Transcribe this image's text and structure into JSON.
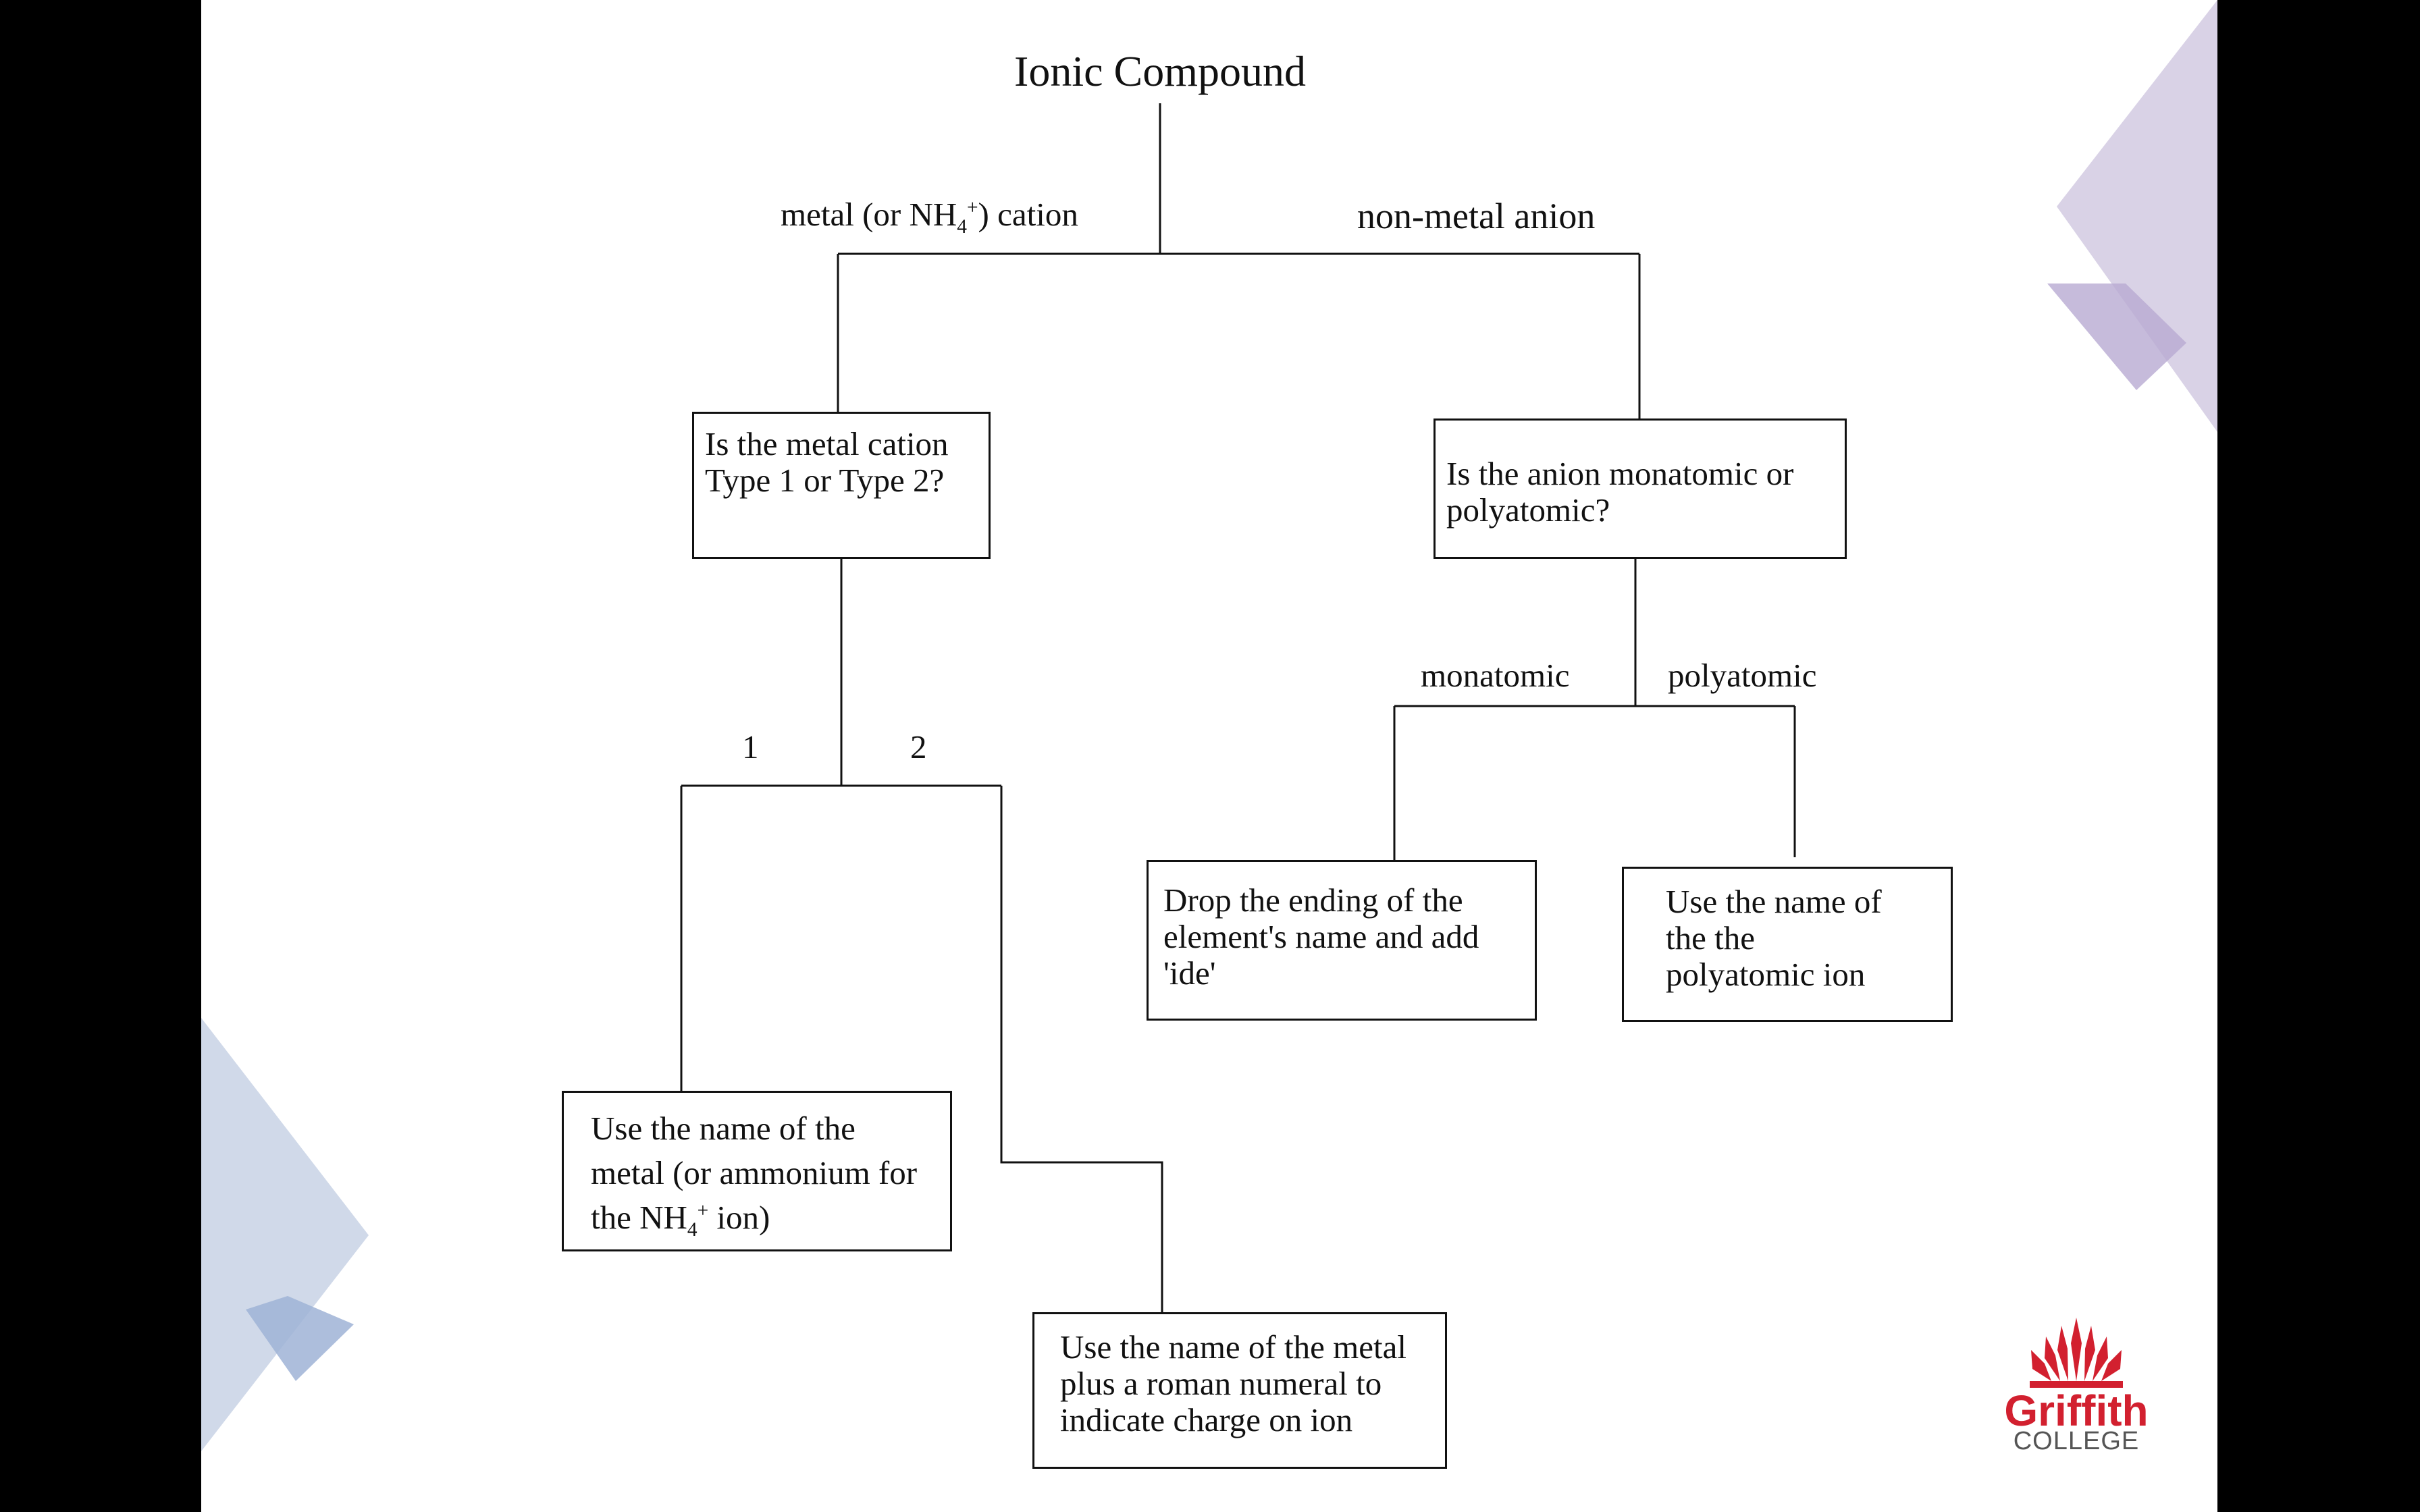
{
  "diagram": {
    "title": "Ionic Compound",
    "branch_cation": {
      "prefix": "metal (or NH",
      "sub": "4",
      "sup": "+",
      "suffix": ") cation"
    },
    "branch_anion": "non-metal anion",
    "q_cation": "Is the metal cation Type 1  or Type 2?",
    "q_anion": "Is the anion monatomic or polyatomic?",
    "type1_label": "1",
    "type2_label": "2",
    "mono_label": "monatomic",
    "poly_label": "polyatomic",
    "ans_type1": {
      "prefix": "Use the name of the metal (or ammonium for the NH",
      "sub": "4",
      "sup": "+",
      "suffix": " ion)"
    },
    "ans_type2": "Use the name of the metal plus a roman numeral to indicate charge on ion",
    "ans_mono": "Drop the ending of the element's name and add 'ide'",
    "ans_poly": "Use the name of the the polyatomic ion"
  },
  "logo": {
    "name": "Griffith",
    "sub": "COLLEGE",
    "color": "#d2202f"
  },
  "colors": {
    "background": "#ffffff",
    "frame": "#000000",
    "deco_purple": "#c9bfdb",
    "deco_blue": "#bcc9df"
  }
}
